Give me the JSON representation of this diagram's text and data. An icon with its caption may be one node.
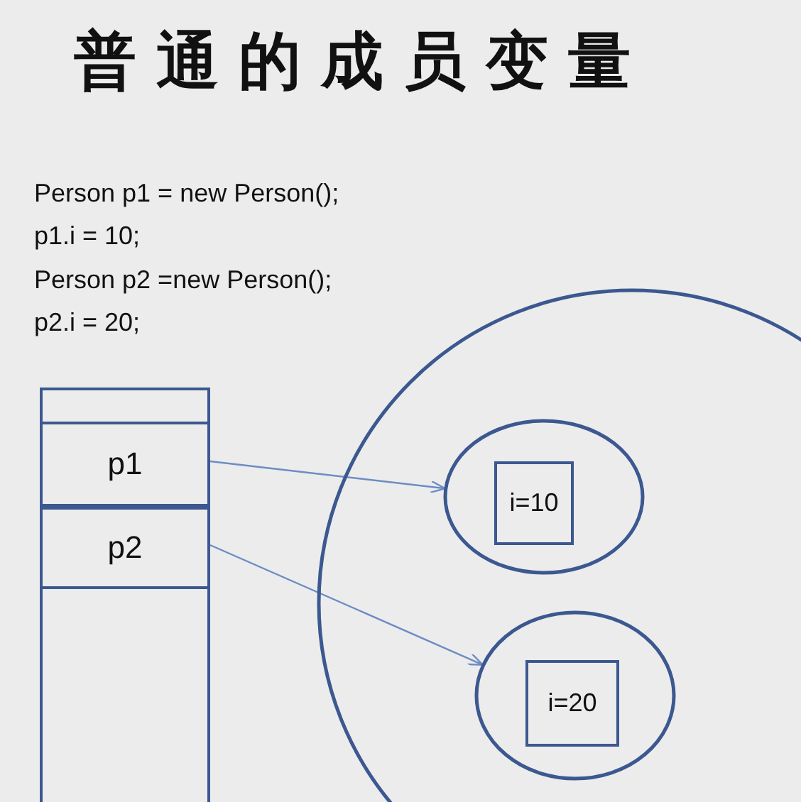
{
  "diagram": {
    "title": "普通的成员变量",
    "nodes": [
      {
        "text": [],
        "shape": "box"
      },
      {
        "text": [
          "p1"
        ],
        "in": 0
      },
      {
        "text": [
          "p2"
        ],
        "in": 0
      },
      {
        "text": [],
        "shape": "circle"
      },
      {
        "text": [],
        "shape": "circle",
        "in": 3
      },
      {
        "text": [
          "i=10"
        ],
        "in": 4
      },
      {
        "text": [],
        "shape": "circle",
        "in": 3
      },
      {
        "text": [
          "i=20"
        ],
        "in": 6
      }
    ],
    "edges": [
      {
        "from": 1,
        "to": 4,
        "arrow": "to"
      },
      {
        "from": 2,
        "to": 6,
        "arrow": "to"
      }
    ],
    "labels": [
      "Person p1 = new Person();",
      "p1.i = 10;",
      "Person p2 =new Person();",
      "p2.i = 20;"
    ]
  }
}
